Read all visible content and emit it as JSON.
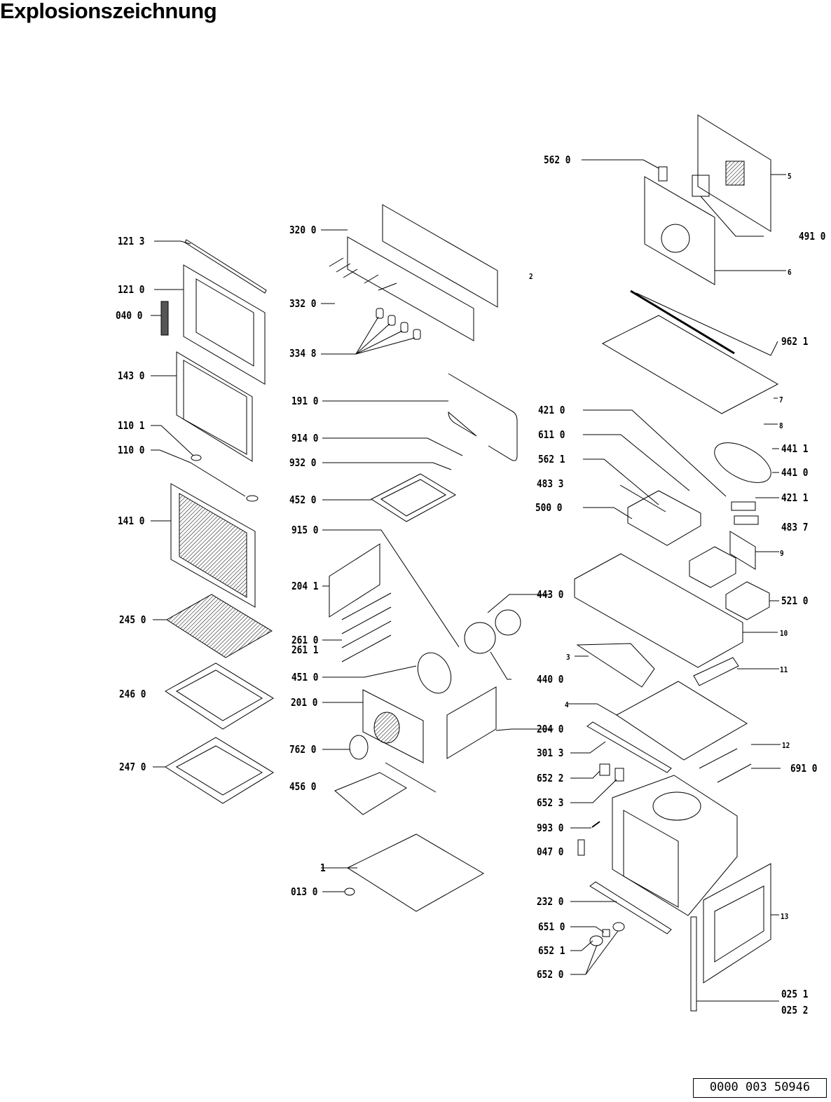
{
  "title": "Explosionszeichnung",
  "document_number": "0000 003 50946",
  "labels": {
    "l1213": "121 3",
    "l1210": "121 0",
    "l0400": "040 0",
    "l1430": "143 0",
    "l1101": "110 1",
    "l1100": "110 0",
    "l1410": "141 0",
    "l2450": "245 0",
    "l2460": "246 0",
    "l2470": "247 0",
    "l3200": "320 0",
    "l3320": "332 0",
    "l3348": "334 8",
    "l1910": "191 0",
    "l9140": "914 0",
    "l9320": "932 0",
    "l4520": "452 0",
    "l9150": "915 0",
    "l2041": "204 1",
    "l2610": "261 0",
    "l2611": "261 1",
    "l4510": "451 0",
    "l2010": "201 0",
    "l7620": "762 0",
    "l4560": "456 0",
    "l0130": "013 0",
    "l1": "1",
    "l4430": "443 0",
    "l4400": "440 0",
    "l2040": "204 0",
    "l2": "2",
    "l5620": "562 0",
    "l5": "5",
    "l4910": "491 0",
    "l6": "6",
    "l9621": "962 1",
    "l7": "7",
    "l8": "8",
    "l4411": "441 1",
    "l4410": "441 0",
    "l4211": "421 1",
    "l4210": "421 0",
    "l6110": "611 0",
    "l5621": "562 1",
    "l4833": "483 3",
    "l5000": "500 0",
    "l4837": "483 7",
    "l9": "9",
    "l5210": "521 0",
    "l10": "10",
    "l3": "3",
    "l11": "11",
    "l4": "4",
    "l3013": "301 3",
    "l12": "12",
    "l6910": "691 0",
    "l6522": "652 2",
    "l6523": "652 3",
    "l9930": "993 0",
    "l0470": "047 0",
    "l2320": "232 0",
    "l13": "13",
    "l6510": "651 0",
    "l6521": "652 1",
    "l6520": "652 0",
    "l0251": "025 1",
    "l0252": "025 2"
  }
}
